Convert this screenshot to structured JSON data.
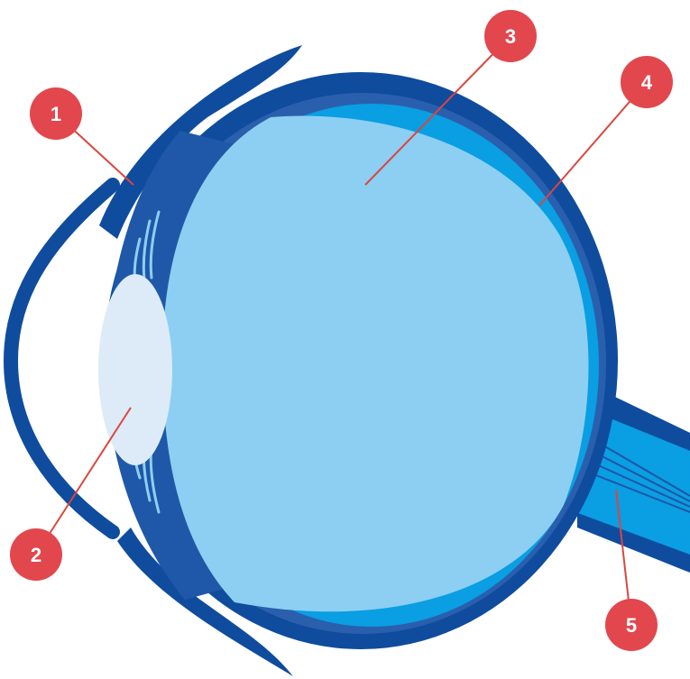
{
  "diagram": {
    "colors": {
      "sclera": "#0f4c9e",
      "choroid": "#2a5fae",
      "retina": "#0a9ee3",
      "vitreous": "#8ccff3",
      "lens": "#dcebf7",
      "marker": "#e2474d",
      "leader": "#d9473f"
    },
    "markers": [
      {
        "label": "1"
      },
      {
        "label": "2"
      },
      {
        "label": "3"
      },
      {
        "label": "4"
      },
      {
        "label": "5"
      }
    ]
  }
}
